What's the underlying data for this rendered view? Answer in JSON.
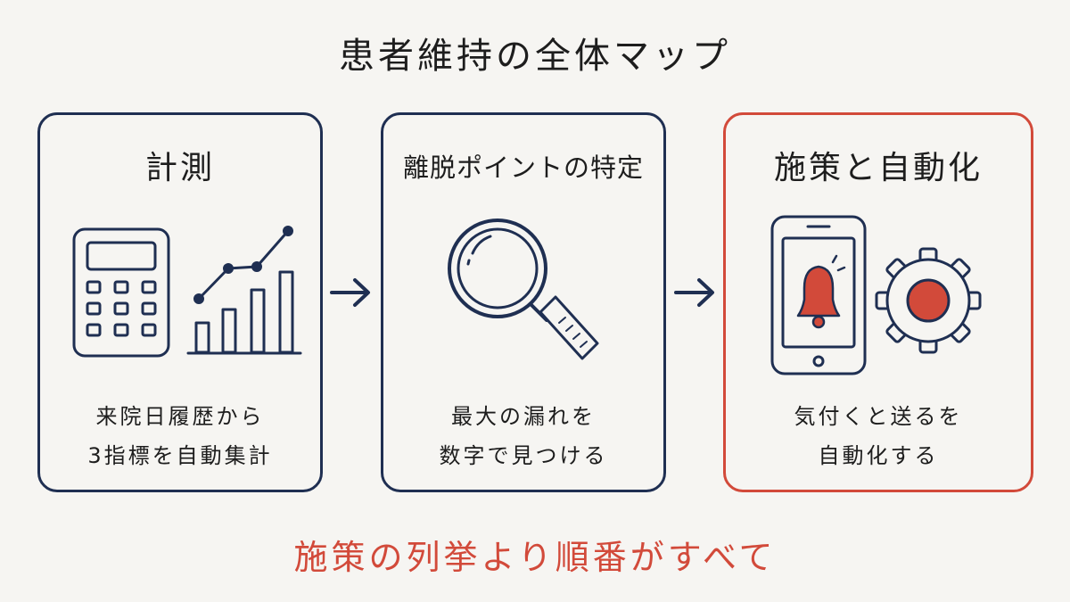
{
  "title": "患者維持の全体マップ",
  "steps": [
    {
      "title": "計測",
      "description": [
        "来院日履歴から",
        "3指標を自動集計"
      ]
    },
    {
      "title": "離脱ポイントの特定",
      "description": [
        "最大の漏れを",
        "数字で見つける"
      ]
    },
    {
      "title": "施策と自動化",
      "description": [
        "気付くと送るを",
        "自動化する"
      ]
    }
  ],
  "footer": "施策の列挙より順番がすべて",
  "colors": {
    "navy": "#1f2f52",
    "accent": "#d24a3a",
    "background": "#f6f5f2"
  },
  "icons": [
    "calculator-icon",
    "bar-chart-icon",
    "magnifier-icon",
    "smartphone-icon",
    "bell-icon",
    "gear-icon",
    "arrow-right-icon"
  ]
}
